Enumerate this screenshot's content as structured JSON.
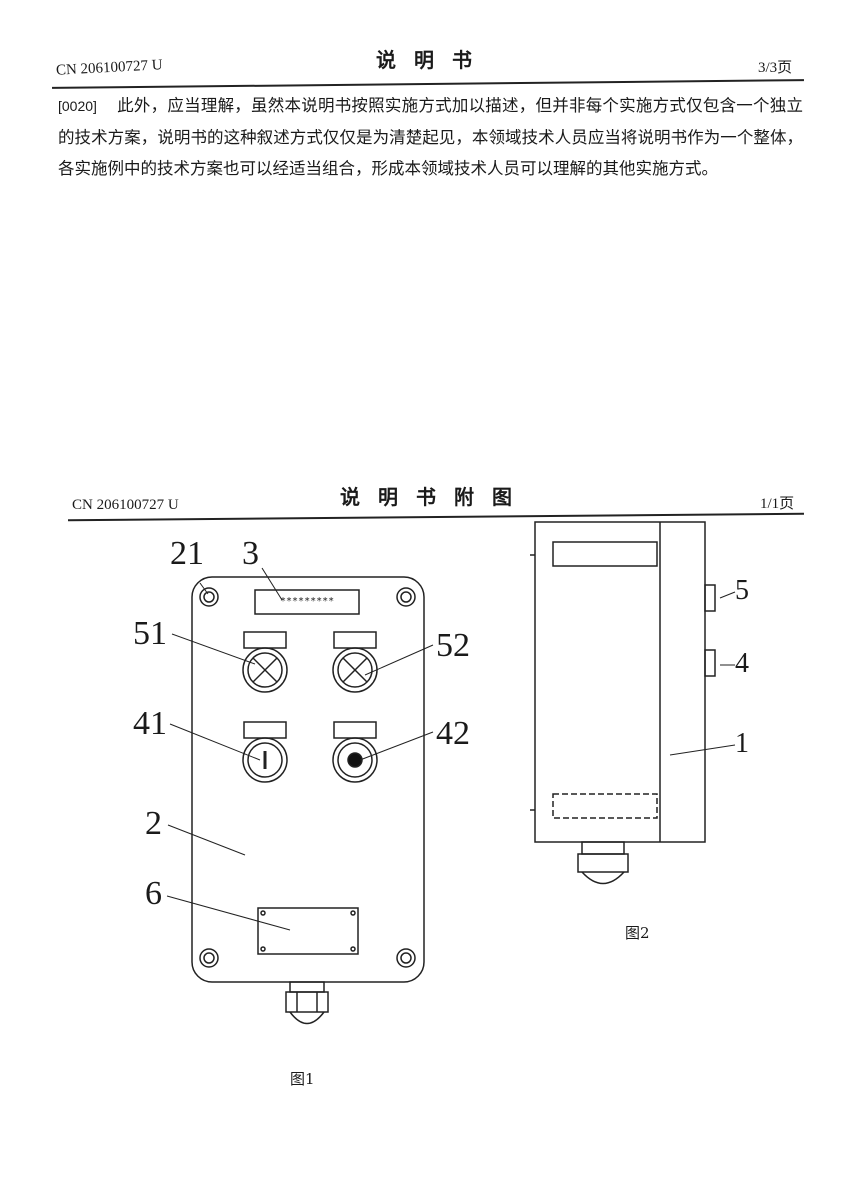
{
  "page1": {
    "doc_number": "CN 206100727 U",
    "title": "说明书",
    "page": "3/3页",
    "paragraph_number": "[0020]",
    "paragraph_text": "此外，应当理解，虽然本说明书按照实施方式加以描述，但并非每个实施方式仅包含一个独立的技术方案，说明书的这种叙述方式仅仅是为清楚起见，本领域技术人员应当将说明书作为一个整体，各实施例中的技术方案也可以经适当组合，形成本领域技术人员可以理解的其他实施方式。"
  },
  "page2": {
    "doc_number": "CN 206100727 U",
    "title": "说明书附图",
    "page": "1/1页",
    "figure1": {
      "caption": "图1",
      "nameplate_text": "*********",
      "labels": {
        "l21": "21",
        "l3": "3",
        "l51": "51",
        "l52": "52",
        "l41": "41",
        "l42": "42",
        "l2": "2",
        "l6": "6"
      }
    },
    "figure2": {
      "caption": "图2",
      "labels": {
        "l5": "5",
        "l4": "4",
        "l1": "1"
      }
    }
  }
}
